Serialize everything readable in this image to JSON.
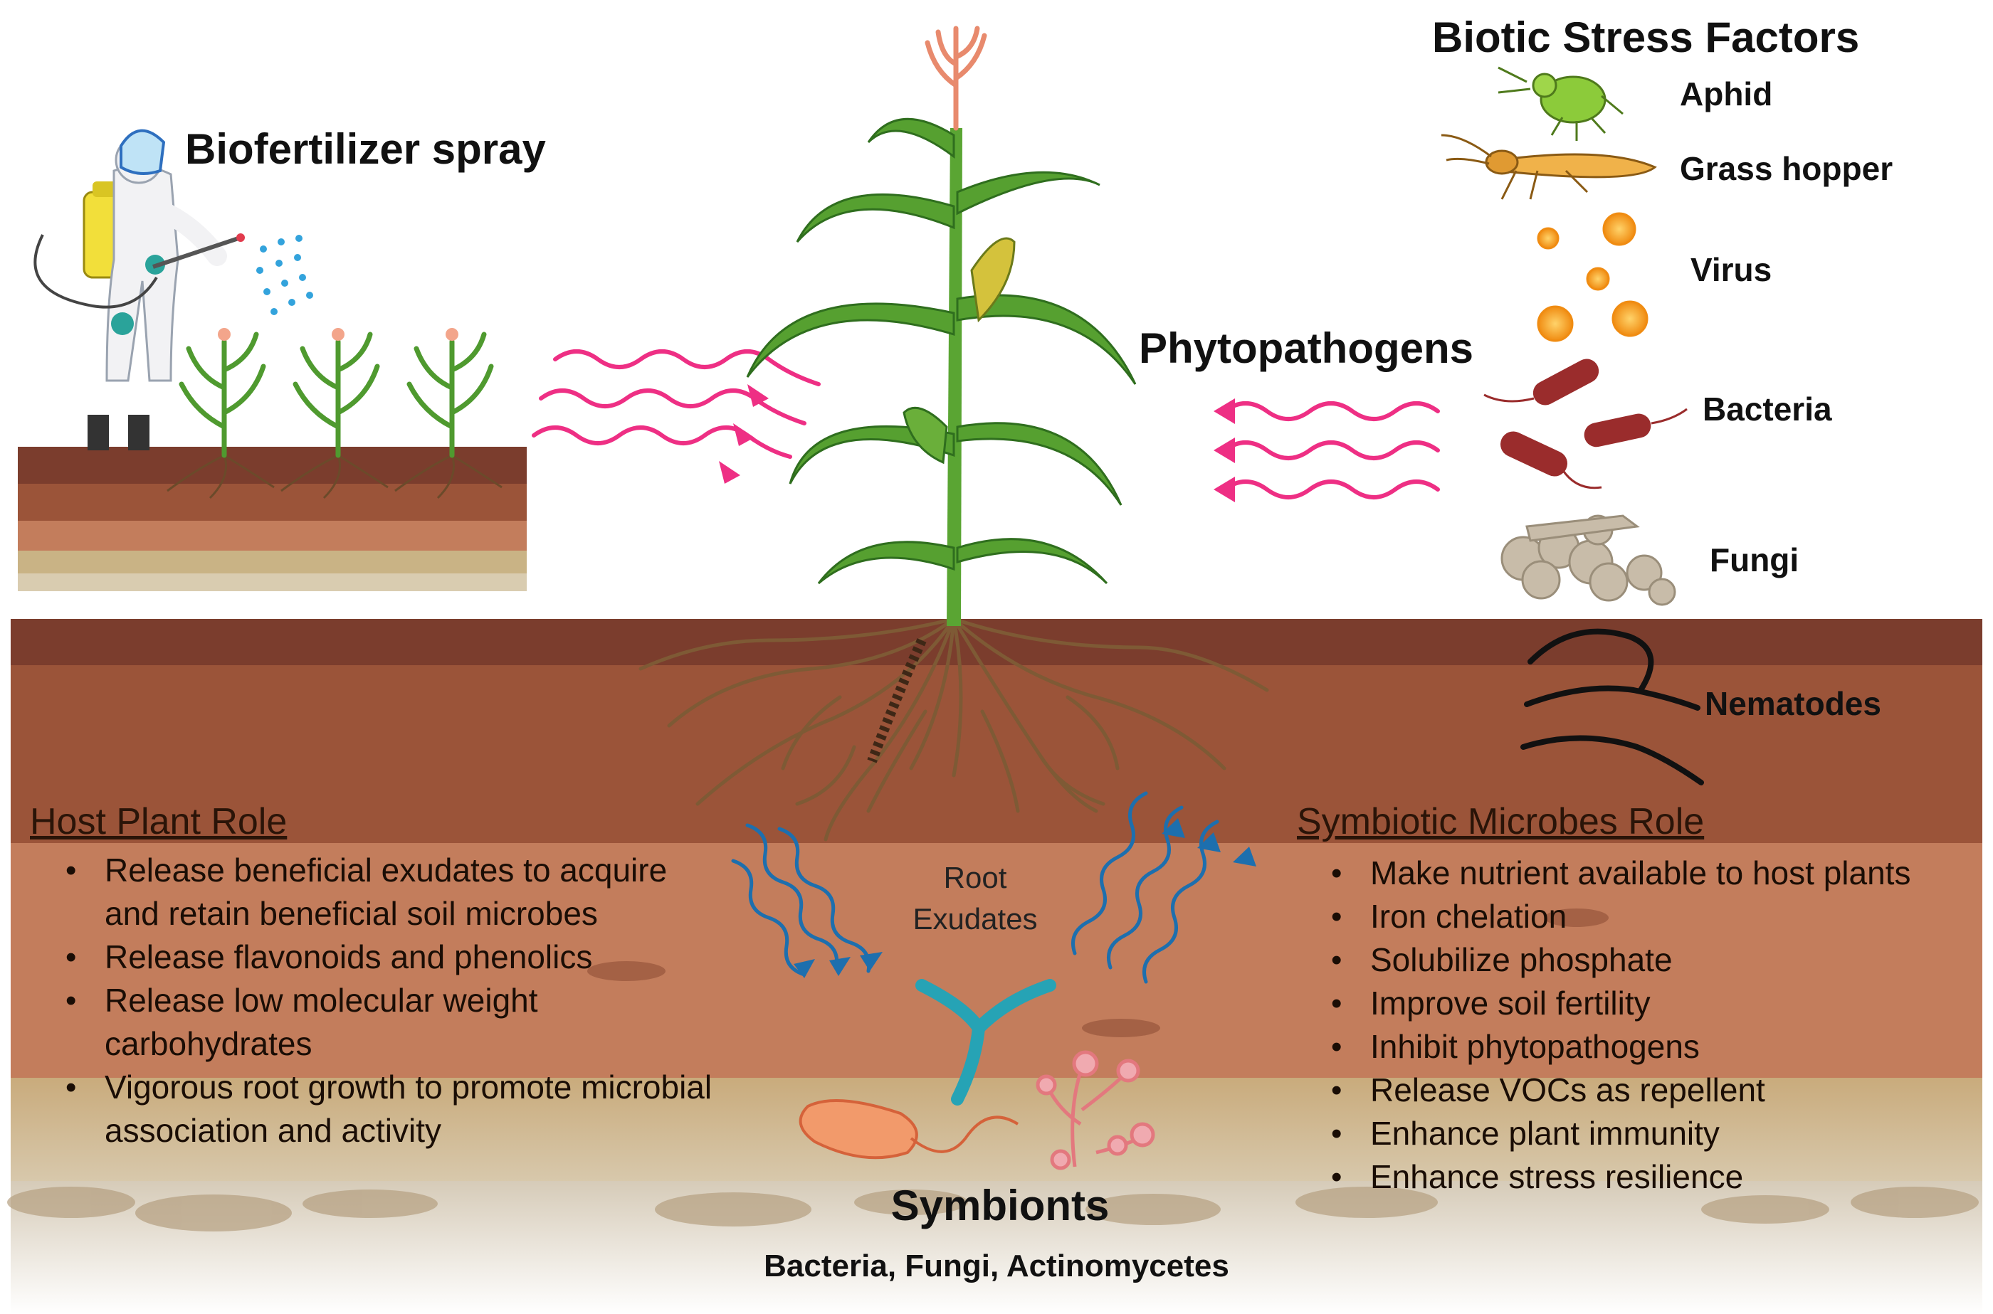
{
  "labels": {
    "biofertilizer": "Biofertilizer spray",
    "biotic_title": "Biotic Stress Factors",
    "phytopathogens": "Phytopathogens",
    "root_exudates_line1": "Root",
    "root_exudates_line2": "Exudates",
    "symbionts": "Symbionts",
    "symbionts_sub": "Bacteria, Fungi, Actinomycetes"
  },
  "pests": [
    "Aphid",
    "Grass hopper",
    "Virus",
    "Bacteria",
    "Fungi",
    "Nematodes"
  ],
  "host_role": {
    "heading": "Host Plant Role",
    "items": [
      "Release beneficial exudates to acquire and retain beneficial soil microbes",
      "Release flavonoids and phenolics",
      "Release low molecular weight carbohydrates",
      "Vigorous root growth to promote microbial association and activity"
    ]
  },
  "microbe_role": {
    "heading": "Symbiotic Microbes Role",
    "items": [
      "Make nutrient available to host plants",
      "Iron chelation",
      "Solubilize phosphate",
      "Improve soil fertility",
      "Inhibit phytopathogens",
      "Release VOCs as repellent",
      "Enhance plant immunity",
      "Enhance stress resilience"
    ]
  },
  "colors": {
    "soil_top": "#7a3e2c",
    "soil_mid": "#9a5438",
    "soil_light": "#c27c5c",
    "sand": "#c4a57a",
    "pink_arrow": "#ee2f84",
    "blue_arrow": "#1d6fae",
    "leaf": "#4f9a2f"
  }
}
